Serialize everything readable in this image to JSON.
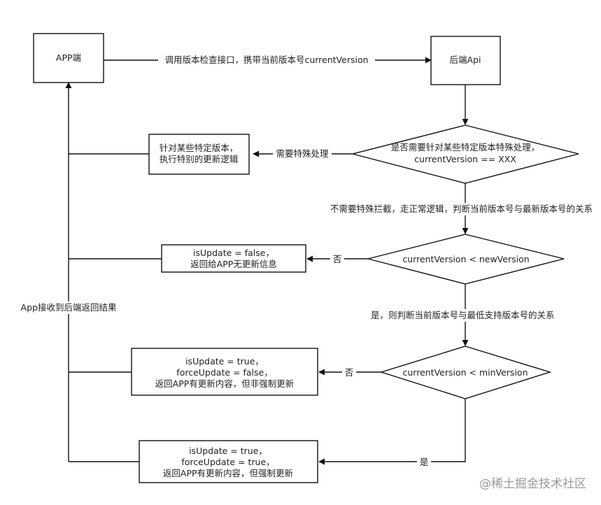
{
  "nodes": {
    "app": "APP端",
    "backend": "后端Api",
    "special_diamond": [
      "是否需要针对某些特定版本特殊处理，",
      "currentVersion == XXX"
    ],
    "special_action": [
      "针对某些特定版本，",
      "执行特别的更新逻辑"
    ],
    "new_diamond": "currentVersion < newVersion",
    "no_update": [
      "isUpdate = false，",
      "返回给APP无更新信息"
    ],
    "min_diamond": "currentVersion < minVersion",
    "optional_update": [
      "isUpdate = true，",
      "forceUpdate = false，",
      "返回APP有更新内容，但非强制更新"
    ],
    "force_update": [
      "isUpdate = true，",
      "forceUpdate = true，",
      "返回APP有更新内容，但强制更新"
    ]
  },
  "edges": {
    "call_api": "调用版本检查接口，携带当前版本号currentVersion",
    "need_special": "需要特殊处理",
    "no_special": "不需要特殊拦截，走正常逻辑，判断当前版本号与最新版本号的关系",
    "no_1": "否",
    "yes_then": "是，则判断当前版本号与最低支持版本号的关系",
    "no_2": "否",
    "yes_2": "是",
    "app_receives": "App接收到后端返回结果"
  },
  "watermark": "@稀土掘金技术社区"
}
